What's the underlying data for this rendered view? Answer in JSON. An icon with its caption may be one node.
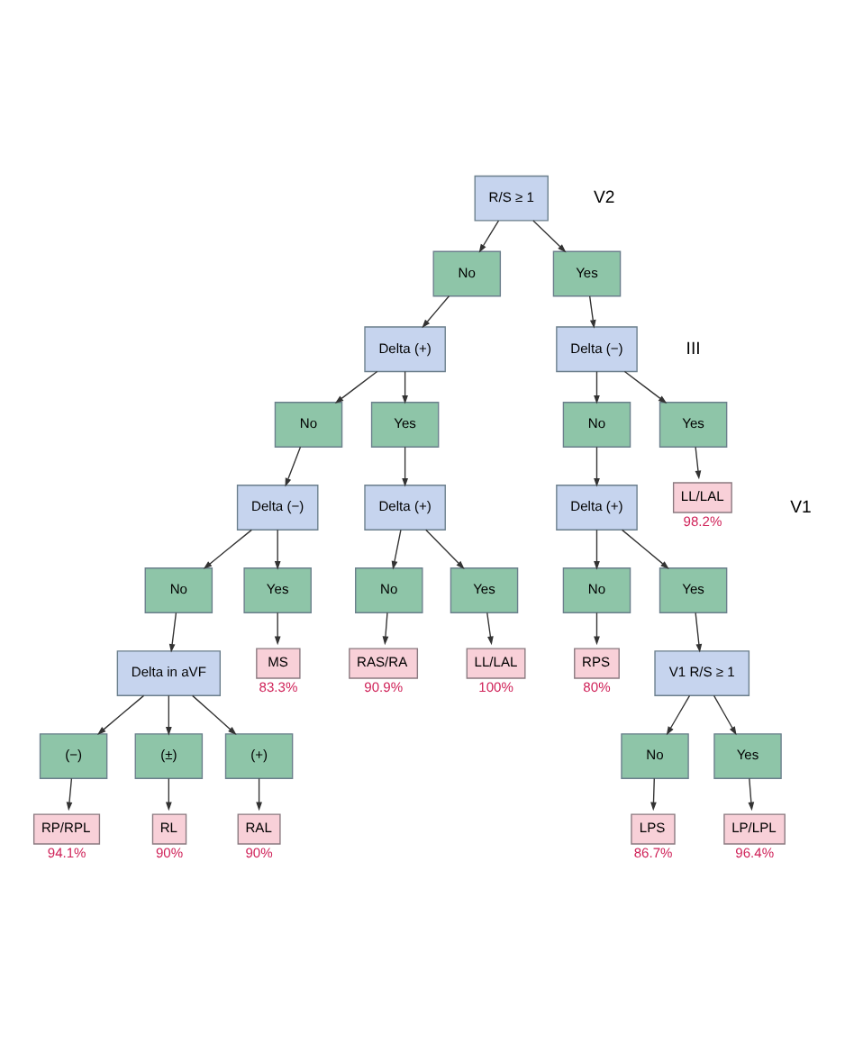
{
  "diagram": {
    "nodes": [
      {
        "text": [
          "R/S ≥ 1"
        ]
      },
      {
        "text": [
          "No"
        ]
      },
      {
        "text": [
          "Yes"
        ]
      },
      {
        "text": [
          "Delta (+)"
        ]
      },
      {
        "text": [
          "Delta (−)"
        ]
      },
      {
        "text": [
          "No"
        ]
      },
      {
        "text": [
          "Yes"
        ]
      },
      {
        "text": [
          "No"
        ]
      },
      {
        "text": [
          "Yes"
        ]
      },
      {
        "text": [
          "Delta (−)"
        ]
      },
      {
        "text": [
          "Delta (+)"
        ]
      },
      {
        "text": [
          "Delta (+)"
        ]
      },
      {
        "text": [
          "LL/LAL"
        ],
        "beside": [
          "98.2%"
        ]
      },
      {
        "text": [
          "No"
        ]
      },
      {
        "text": [
          "Yes"
        ]
      },
      {
        "text": [
          "No"
        ]
      },
      {
        "text": [
          "Yes"
        ]
      },
      {
        "text": [
          "No"
        ]
      },
      {
        "text": [
          "Yes"
        ]
      },
      {
        "text": [
          "MS"
        ],
        "beside": [
          "83.3%"
        ]
      },
      {
        "text": [
          "LL/LAL"
        ],
        "beside": [
          "100%"
        ]
      },
      {
        "text": [
          "RPS"
        ],
        "beside": [
          "80%"
        ]
      },
      {
        "text": [
          "RAS/RA"
        ],
        "beside": [
          "90.9%"
        ]
      },
      {
        "text": [
          "Delta in aVF"
        ]
      },
      {
        "text": [
          "V1 R/S ≥ 1"
        ]
      },
      {
        "text": [
          "(−)"
        ]
      },
      {
        "text": [
          "(±)"
        ]
      },
      {
        "text": [
          "(+)"
        ]
      },
      {
        "text": [
          "No"
        ]
      },
      {
        "text": [
          "Yes"
        ]
      },
      {
        "text": [
          "RP/RPL"
        ],
        "beside": [
          "94.1%"
        ]
      },
      {
        "text": [
          "RAL"
        ],
        "beside": [
          "90%"
        ]
      },
      {
        "text": [
          "LPS"
        ],
        "beside": [
          "86.7%"
        ]
      },
      {
        "text": [
          "LP/LPL"
        ],
        "beside": [
          "96.4%"
        ]
      },
      {
        "text": [
          "RL"
        ],
        "beside": [
          "90%"
        ]
      }
    ],
    "edges": [
      {
        "from": 0,
        "to": 1,
        "arrow": "to"
      },
      {
        "from": 0,
        "to": 2,
        "arrow": "to"
      },
      {
        "from": 1,
        "to": 3,
        "arrow": "to"
      },
      {
        "from": 2,
        "to": 4,
        "arrow": "to"
      },
      {
        "from": 3,
        "to": 5,
        "arrow": "to"
      },
      {
        "from": 3,
        "to": 6,
        "arrow": "to"
      },
      {
        "from": 4,
        "to": 7,
        "arrow": "to"
      },
      {
        "from": 4,
        "to": 8,
        "arrow": "to"
      },
      {
        "from": 5,
        "to": 9,
        "arrow": "to"
      },
      {
        "from": 6,
        "to": 10,
        "arrow": "to"
      },
      {
        "from": 7,
        "to": 11,
        "arrow": "to"
      },
      {
        "from": 8,
        "to": 12,
        "arrow": "to"
      },
      {
        "from": 9,
        "to": 13,
        "arrow": "to"
      },
      {
        "from": 9,
        "to": 14,
        "arrow": "to"
      },
      {
        "from": 10,
        "to": 15,
        "arrow": "to"
      },
      {
        "from": 10,
        "to": 16,
        "arrow": "to"
      },
      {
        "from": 11,
        "to": 17,
        "arrow": "to"
      },
      {
        "from": 11,
        "to": 18,
        "arrow": "to"
      },
      {
        "from": 14,
        "to": 19,
        "arrow": "to"
      },
      {
        "from": 16,
        "to": 20,
        "arrow": "to"
      },
      {
        "from": 17,
        "to": 21,
        "arrow": "to"
      },
      {
        "from": 15,
        "to": 22,
        "arrow": "to"
      },
      {
        "from": 13,
        "to": 23,
        "arrow": "to"
      },
      {
        "from": 18,
        "to": 24,
        "arrow": "to"
      },
      {
        "from": 23,
        "to": 25,
        "arrow": "to"
      },
      {
        "from": 23,
        "to": 26,
        "arrow": "to"
      },
      {
        "from": 23,
        "to": 27,
        "arrow": "to"
      },
      {
        "from": 24,
        "to": 28,
        "arrow": "to"
      },
      {
        "from": 24,
        "to": 29,
        "arrow": "to"
      },
      {
        "from": 25,
        "to": 30,
        "arrow": "to"
      },
      {
        "from": 27,
        "to": 31,
        "arrow": "to"
      },
      {
        "from": 28,
        "to": 32,
        "arrow": "to"
      },
      {
        "from": 29,
        "to": 33,
        "arrow": "to"
      },
      {
        "from": 26,
        "to": 34,
        "arrow": "to"
      }
    ],
    "labels": [
      "V2",
      "III",
      "V1"
    ]
  }
}
